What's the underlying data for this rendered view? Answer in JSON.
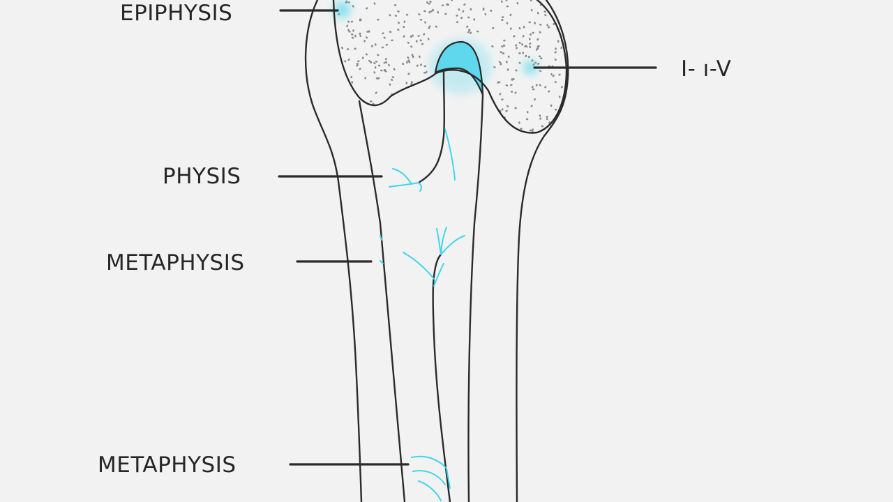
{
  "colors": {
    "background": "#f2f2f2",
    "outline": "#2a2a2a",
    "highlight": "#3fd6ec",
    "dots": "#8a8a8a"
  },
  "labels": {
    "epiphysis": "EPIPHYSIS",
    "physis": "PHYSIS",
    "metaphysis_upper": "METAPHYSIS",
    "metaphysis_lower": "METAPHYSIS",
    "right_label": "I- ı-V"
  }
}
